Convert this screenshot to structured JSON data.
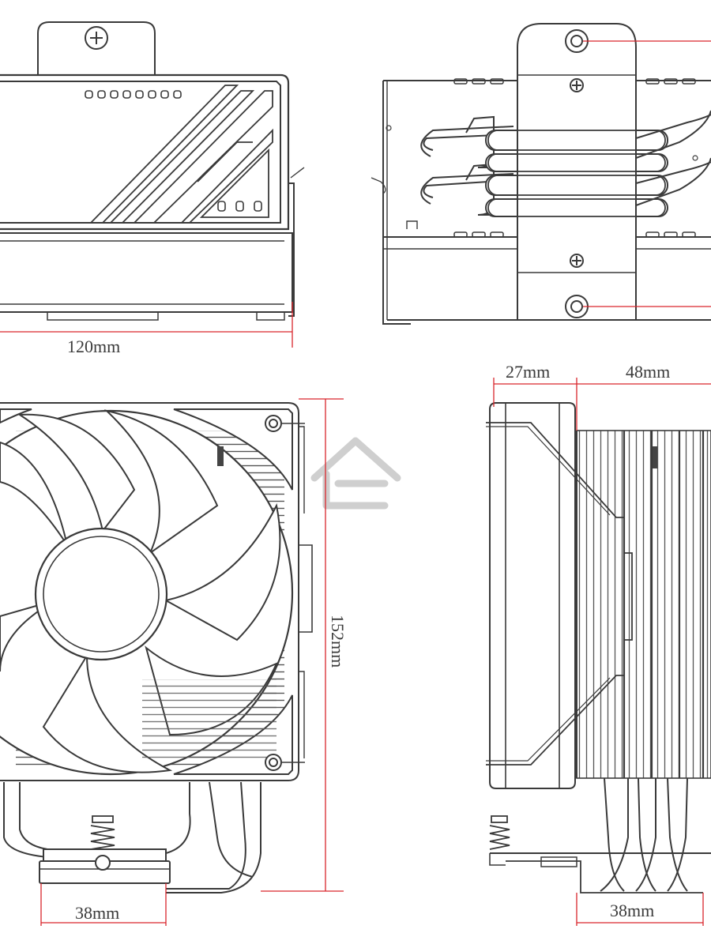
{
  "colors": {
    "line": "#3a3a3a",
    "dimension": "#d9262c",
    "watermark": "#cfcfcf",
    "background": "#ffffff"
  },
  "dimensions": {
    "top_front_width": "120mm",
    "side_fan_depth": "27mm",
    "side_heatsink_depth": "48mm",
    "front_height": "152mm",
    "front_base_width": "38mm",
    "side_base_width": "38mm"
  },
  "icons": {
    "watermark": "house-logo-icon"
  }
}
